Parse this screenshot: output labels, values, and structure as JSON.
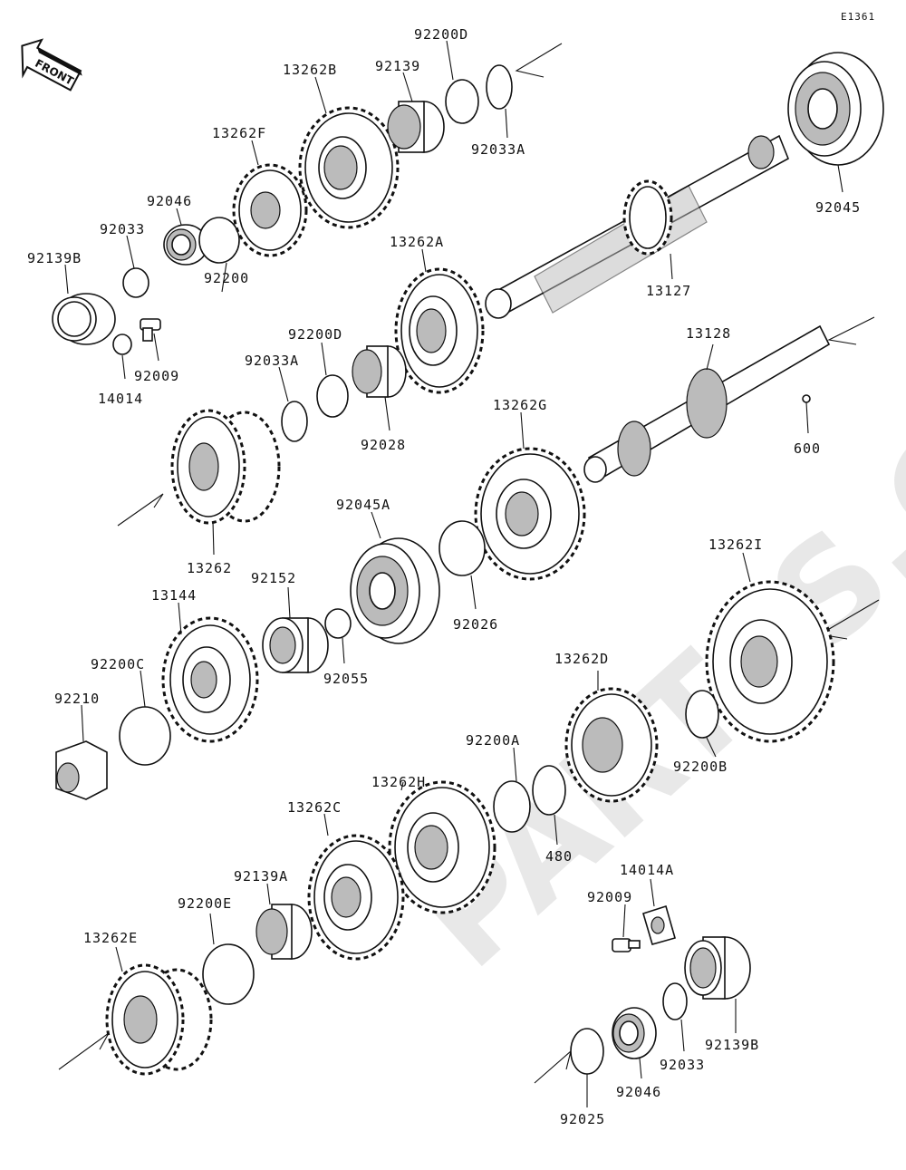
{
  "diagram_code": "E1361",
  "front_label": "FRONT",
  "watermark": "PARTSS.COM",
  "parts": {
    "p92200D_top": "92200D",
    "p92139": "92139",
    "p13262B": "13262B",
    "p92033A_top": "92033A",
    "p92045": "92045",
    "p13262F": "13262F",
    "p92046_top": "92046",
    "p92033_top": "92033",
    "p92139B_top": "92139B",
    "p92200": "92200",
    "p13262A": "13262A",
    "p13127": "13127",
    "p92009_top": "92009",
    "p14014": "14014",
    "p92200D_mid": "92200D",
    "p92033A_mid": "92033A",
    "p92028": "92028",
    "p13128": "13128",
    "p600": "600",
    "p13262G": "13262G",
    "p13262": "13262",
    "p92045A": "92045A",
    "p92152": "92152",
    "p13144": "13144",
    "p92026": "92026",
    "p13262I": "13262I",
    "p92055": "92055",
    "p92200C": "92200C",
    "p92210": "92210",
    "p13262D": "13262D",
    "p92200A": "92200A",
    "p13262H": "13262H",
    "p92200B": "92200B",
    "p480": "480",
    "p13262C": "13262C",
    "p14014A": "14014A",
    "p92009_bot": "92009",
    "p92139A": "92139A",
    "p92200E": "92200E",
    "p13262E": "13262E",
    "p92139B_bot": "92139B",
    "p92033_bot": "92033",
    "p92046_bot": "92046",
    "p92025": "92025"
  }
}
